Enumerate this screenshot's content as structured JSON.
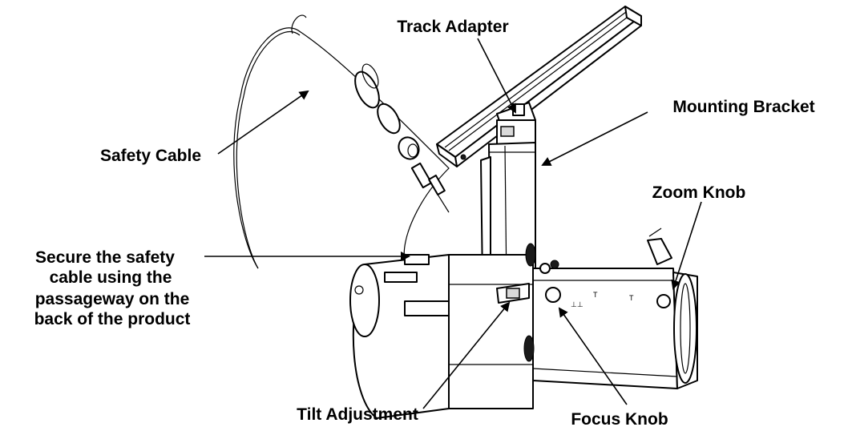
{
  "labels": {
    "track_adapter": "Track Adapter",
    "mounting_bracket": "Mounting Bracket",
    "safety_cable": "Safety Cable",
    "zoom_knob": "Zoom Knob",
    "secure_line1": "Secure the safety",
    "secure_line2": "cable using the",
    "secure_line3": "passageway on the",
    "secure_line4": "back of the product",
    "tilt_adjustment": "Tilt Adjustment",
    "focus_knob": "Focus Knob"
  }
}
